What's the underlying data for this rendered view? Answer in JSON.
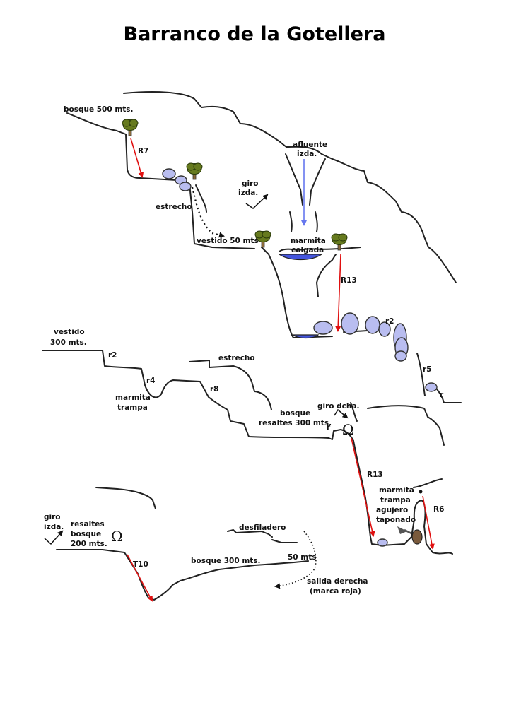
{
  "title": "Barranco de la Gotellera",
  "colors": {
    "rope": "#e01010",
    "water": "#4455dd",
    "rock": "#b9bdf0",
    "tree": "#667a1e",
    "tributary": "#7788ee",
    "clog": "#7a5a3c"
  },
  "labels": {
    "bosque_500": "bosque 500 mts.",
    "r7": "R7",
    "giro_izda_1": "giro",
    "giro_izda_1b": "izda.",
    "afluente": "afluente",
    "afluente_b": "izda.",
    "estrecho_1": "estrecho",
    "vestido_50": "vestido 50 mts",
    "marmita_colgada": "marmita",
    "marmita_colgada_b": "colgada",
    "r13_a": "R13",
    "vestido_300": "vestido",
    "vestido_300_b": "300 mts.",
    "r2_a": "r2",
    "r2_b": "r2",
    "estrecho_2": "estrecho",
    "r4": "r4",
    "r8": "r8",
    "marmita_trampa_1": "marmita",
    "marmita_trampa_1b": "trampa",
    "r5": "r5",
    "r_1": "r",
    "giro_dcha": "giro dcha.",
    "bosque_resaltes_300": "bosque",
    "bosque_resaltes_300b": "resaltes 300 mts.",
    "r_2": "r",
    "r13_b": "R13",
    "marmita_trampa_2": "marmita",
    "marmita_trampa_2b": "trampa",
    "agujero_taponado": "agujero",
    "agujero_taponado_b": "taponado",
    "r6": "R6",
    "giro_izda_2": "giro",
    "giro_izda_2b": "izda.",
    "resaltes_bosque": "resaltes",
    "resaltes_bosque_b": "bosque",
    "resaltes_bosque_c": "200 mts.",
    "desfiladero": "desfiladero",
    "t10": "T10",
    "bosque_300": "bosque 300 mts.",
    "m50": "50 mts",
    "salida_derecha": "salida derecha",
    "salida_derecha_b": "(marca roja)"
  },
  "symbols": {
    "omega": "Ω"
  }
}
